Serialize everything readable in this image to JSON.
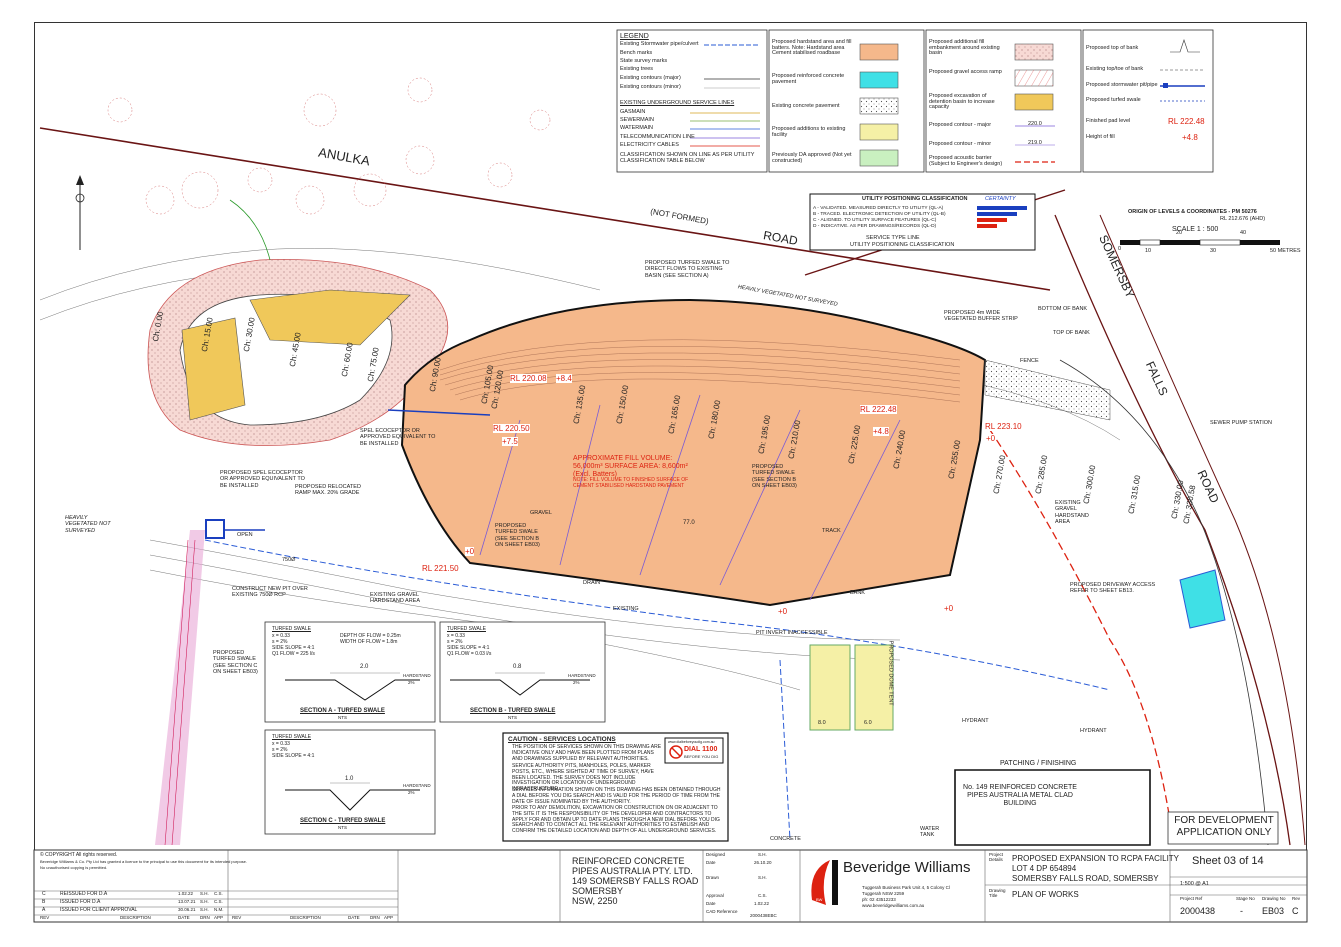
{
  "streets": {
    "anulka": "ANULKA",
    "road1": "ROAD",
    "somersby": "SOMERSBY",
    "falls": "FALLS",
    "road2": "ROAD",
    "not_formed": "(NOT FORMED)"
  },
  "legend": {
    "title": "LEGEND",
    "col1": [
      "Existing Stormwater pipe/culvert",
      "Bench marks",
      "State survey marks",
      "Existing trees",
      "Existing contours (major)",
      "Existing contours (minor)"
    ],
    "underground_title": "EXISTING UNDERGROUND SERVICE LINES",
    "underground": [
      "GASMAIN",
      "SEWERMAIN",
      "WATERMAIN",
      "TELECOMMUNICATION LINE",
      "ELECTRICITY CABLES"
    ],
    "classification_note": "CLASSIFICATION SHOWN ON LINE AS PER UTILITY CLASSIFICATION TABLE BELOW",
    "col2": [
      "Proposed hardstand area and fill batters. Note: Hardstand area Cement stabilised roadbase",
      "Proposed reinforced concrete pavement",
      "Existing concrete pavement",
      "Proposed additions to existing facility",
      "Previously DA approved (Not yet constructed)"
    ],
    "col3": [
      "Proposed additional fill embankment around existing basin",
      "Proposed gravel access ramp",
      "Proposed excavation of detention basin to increase capacity",
      "Proposed contour - major",
      "Proposed contour - minor",
      "Proposed acoustic barrier (Subject to Engineer's design)"
    ],
    "col3_values": [
      "220.0",
      "219.0"
    ],
    "col4": [
      "Proposed top of bank",
      "Existing top/toe of bank",
      "Proposed stormwater pit/pipe",
      "Proposed turfed swale",
      "Finished pad level",
      "Height of fill"
    ],
    "col4_values": [
      "RL 222.48",
      "+4.8"
    ]
  },
  "utility": {
    "title": "UTILITY POSITIONING CLASSIFICATION",
    "certainty": "CERTAINTY",
    "rows": [
      "A - VALIDATED. MEASURED DIRECTLY TO UTILITY (QL-A)",
      "B - TRACED. ELECTRONIC DETECTION OF UTILITY (QL-B)",
      "C - ALIGNED. TO UTILITY SURFACE FEATURES (QL-C)",
      "D - INDICATIVE. AS PER DRAWINGS/RECORDS (QL-D)"
    ],
    "service_type": "SERVICE TYPE LINE",
    "positioning": "UTILITY POSITIONING CLASSIFICATION"
  },
  "scale": {
    "origin": "ORIGIN OF LEVELS & COORDINATES - PM 50276",
    "rl": "RL 212.676 (AHD)",
    "label": "SCALE 1 : 500",
    "ticks": [
      "0",
      "10",
      "20",
      "30",
      "40",
      "50 METRES"
    ]
  },
  "plan_labels": {
    "swale_a": "PROPOSED TURFED SWALE TO DIRECT FLOWS TO EXISTING BASIN (SEE SECTION A)",
    "veg_buffer": "PROPOSED 4m WIDE VEGETATED BUFFER STRIP",
    "heavily_veg1": "HEAVILY VEGETATED NOT SURVEYED",
    "heavily_veg2": "HEAVILY VEGETATED NOT SURVEYED",
    "bottom_bank": "BOTTOM OF BANK",
    "top_bank": "TOP OF BANK",
    "fence": "FENCE",
    "sewer_pump": "SEWER PUMP STATION",
    "spel1": "SPEL ECOCEPTOR OR APPROVED EQUIVALENT TO BE INSTALLED",
    "spel2": "PROPOSED SPEL ECOCEPTOR OR APPROVED EQUIVALENT TO BE INSTALLED",
    "ramp": "PROPOSED RELOCATED RAMP MAX. 20% GRADE",
    "new_pit": "CONSTRUCT NEW PIT OVER EXISTING 750Ø RCP",
    "swale_c": "PROPOSED TURFED SWALE (SEE SECTION C ON SHEET EB03)",
    "swale_b1": "PROPOSED TURFED SWALE (SEE SECTION B ON SHEET EB03)",
    "swale_b2": "PROPOSED TURFED SWALE (SEE SECTION B ON SHEET EB03)",
    "gravel_hs": "EXISTING GRAVEL HARDSTAND AREA",
    "gravel_hs2": "EXISTING GRAVEL HARDSTAND AREA",
    "driveway": "PROPOSED DRIVEWAY ACCESS REFER TO SHEET EB13.",
    "pit_invert": "PIT INVERT INACCESSIBLE",
    "patching": "PATCHING / FINISHING",
    "building": "No. 149 REINFORCED CONCRETE PIPES AUSTRALIA METAL CLAD BUILDING",
    "hydrant1": "HYDRANT",
    "hydrant2": "HYDRANT",
    "water_tank": "WATER TANK",
    "concrete": "CONCRETE",
    "tent": "PROPOSED DOME TENT",
    "approx_fill": "APPROXIMATE FILL VOLUME: 56,000m³ SURFACE AREA: 8,600m² (Excl. Batters)",
    "approx_note": "NOTE: FILL VOLUME TO FINISHED SURFACE OF CEMENT STABILISED HARDSTAND PAVEMENT",
    "rl1": "RL 220.08",
    "rl1h": "+8.4",
    "rl2": "RL 220.50",
    "rl2h": "+7.5",
    "rl3": "RL 222.48",
    "rl3h": "+4.8",
    "rl4": "RL 223.10",
    "rl4h": "+0",
    "rl5": "RL 221.50",
    "rl5h": "+0",
    "zero1": "+0",
    "zero2": "+0",
    "track": "TRACK",
    "drain": "DRAIN",
    "gravel": "GRAVEL",
    "bank": "BANK",
    "existing": "EXISTING",
    "open": "OPEN",
    "pipe750": "750Ø",
    "contour_77": "77.0",
    "dims": [
      "8.0",
      "6.0"
    ],
    "chainages": [
      "Ch: 0.00",
      "Ch: 15.00",
      "Ch: 30.00",
      "Ch: 45.00",
      "Ch: 60.00",
      "Ch: 75.00",
      "Ch: 90.00",
      "Ch: 105.00",
      "Ch: 120.00",
      "Ch: 135.00",
      "Ch: 150.00",
      "Ch: 165.00",
      "Ch: 180.00",
      "Ch: 195.00",
      "Ch: 210.00",
      "Ch: 225.00",
      "Ch: 240.00",
      "Ch: 255.00",
      "Ch: 270.00",
      "Ch: 285.00",
      "Ch: 300.00",
      "Ch: 315.00",
      "Ch: 330.00",
      "Ch: 330.58"
    ]
  },
  "sections": {
    "a": {
      "head": "TURFED SWALE",
      "params": [
        "x = 0.33",
        "s = 2%",
        "SIDE SLOPE = 4:1",
        "Q1 FLOW = 225 l/s"
      ],
      "extra": [
        "DEPTH OF FLOW = 0.25m",
        "WIDTH OF FLOW = 1.8m"
      ],
      "width": "2.0",
      "hardstand": "HARDSTAND",
      "grade": "2%",
      "title": "SECTION A - TURFED SWALE",
      "nts": "NTS"
    },
    "b": {
      "head": "TURFED SWALE",
      "params": [
        "x = 0.33",
        "s = 2%",
        "SIDE SLOPE = 4:1",
        "Q1 FLOW = 0.03 l/s"
      ],
      "width": "0.8",
      "hardstand": "HARDSTAND",
      "grade": "2%",
      "title": "SECTION B - TURFED SWALE",
      "nts": "NTS"
    },
    "c": {
      "head": "TURFED SWALE",
      "params": [
        "x = 0.33",
        "s = 2%",
        "SIDE SLOPE = 4:1"
      ],
      "width": "1.0",
      "hardstand": "HARDSTAND",
      "grade": "2%",
      "title": "SECTION C - TURFED SWALE",
      "nts": "NTS"
    }
  },
  "caution": {
    "title": "CAUTION - SERVICES LOCATIONS",
    "bullets": [
      "THE POSITION OF SERVICES SHOWN ON THIS DRAWING ARE INDICATIVE ONLY AND HAVE BEEN PLOTTED FROM PLANS AND DRAWINGS SUPPLIED BY RELEVANT AUTHORITIES.",
      "SERVICE AUTHORITY PITS, MANHOLES, POLES, MARKER POSTS, ETC., WHERE SIGHTED AT TIME OF SURVEY, HAVE BEEN LOCATED. THE SURVEY DOES NOT INCLUDE INVESTIGATION OR LOCATION OF UNDERGROUND INFRASTRUCTURE.",
      "SERVICES INFORMATION SHOWN ON THIS DRAWING HAS BEEN OBTAINED THROUGH A DIAL BEFORE YOU DIG SEARCH AND IS VALID FOR THE PERIOD OF TIME FROM THE DATE OF ISSUE NOMINATED BY THE AUTHORITY.",
      "PRIOR TO ANY DEMOLITION, EXCAVATION OR CONSTRUCTION ON OR ADJACENT TO THE SITE IT IS THE RESPONSIBILITY OF THE DEVELOPER AND CONTRACTORS TO APPLY FOR AND OBTAIN UP TO DATE PLANS THROUGH A NEW DIAL BEFORE YOU DIG SEARCH AND TO CONTACT ALL THE RELEVANT AUTHORITIES TO ESTABLISH AND CONFIRM THE DETAILED LOCATION AND DEPTH OF ALL UNDERGROUND SERVICES."
    ],
    "dial_url": "www.dialbeforeyoudig.com.au",
    "dial": "DIAL 1100",
    "dial_sub": "BEFORE YOU DIG"
  },
  "for_dev": "FOR DEVELOPMENT APPLICATION ONLY",
  "title_block": {
    "copyright": "© COPYRIGHT  All rights reserved.",
    "copy2": "Beveridge Williams & Co. Pty Ltd has granted a licence to the principal to use this document for its intended purpose.",
    "copy3": "No unauthorised copying is permitted.",
    "revisions": [
      {
        "rev": "C",
        "desc": "REISSUED FOR D.A",
        "date": "1.02.22",
        "drn": "S.H.",
        "app": "C.S."
      },
      {
        "rev": "B",
        "desc": "ISSUED FOR D.A",
        "date": "13.07.21",
        "drn": "S.H.",
        "app": "C.S."
      },
      {
        "rev": "A",
        "desc": "ISSUED FOR CLIENT APPROVAL",
        "date": "30.06.21",
        "drn": "S.H.",
        "app": "N.M."
      }
    ],
    "rev_headers": [
      "REV",
      "DESCRIPTION",
      "DATE",
      "DRN",
      "APP"
    ],
    "client": [
      "REINFORCED CONCRETE",
      "PIPES AUSTRALIA PTY. LTD.",
      "149 SOMERSBY FALLS ROAD",
      "SOMERSBY",
      "NSW, 2250"
    ],
    "meta": [
      {
        "k": "Designed",
        "v": "S.H."
      },
      {
        "k": "Date",
        "v": "26.10.20"
      },
      {
        "k": "Drawn",
        "v": "S.H."
      },
      {
        "k": "Approval",
        "v": "C.S."
      },
      {
        "k": "Date",
        "v": "1.02.22"
      },
      {
        "k": "CAD Reference",
        "v": "2000438EBC"
      }
    ],
    "company": "Beveridge Williams",
    "logo": "BW",
    "address": [
      "Tuggerah Business Park Unit 4, 5 Colony Cl",
      "Tuggerah NSW 2259",
      "ph: 02 43512233",
      "www.beveridgewilliams.com.au"
    ],
    "project_label": "Project Details",
    "project": [
      "PROPOSED EXPANSION TO RCPA FACILITY",
      "LOT 4 DP 654894",
      "SOMERSBY FALLS ROAD, SOMERSBY"
    ],
    "drawing_label": "Drawing Title",
    "drawing": "PLAN OF WORKS",
    "sheet": "Sheet 03 of 14",
    "scale": "1:500 @ A1",
    "ref_headers": [
      "Project Ref",
      "Stage No",
      "Drawing No",
      "Rev"
    ],
    "ref_values": [
      "2000438",
      "-",
      "EB03",
      "C"
    ]
  }
}
